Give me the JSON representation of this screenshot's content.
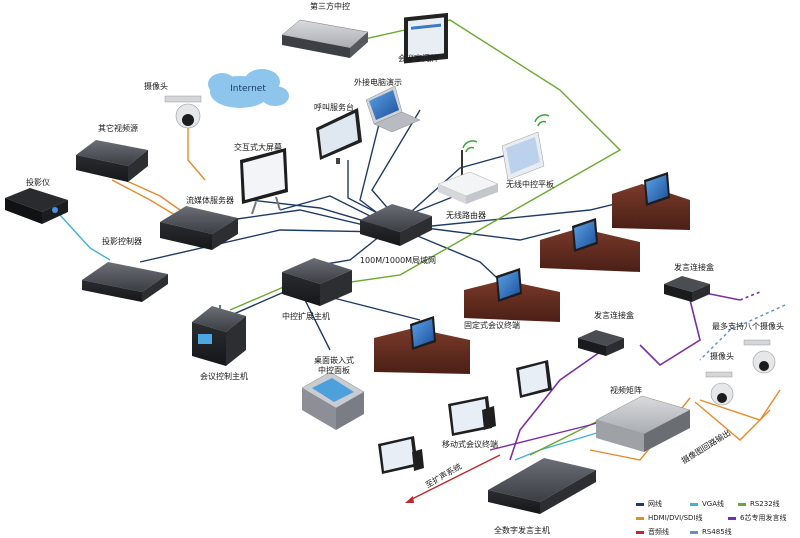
{
  "labels": {
    "third_party": "第三方中控",
    "door_screen": "会议室门牌",
    "external_pc": "外接电脑演示",
    "call_service": "呼叫服务台",
    "internet": "Internet",
    "camera_top": "摄像头",
    "other_video": "其它视频源",
    "interactive_screen": "交互式大屏幕",
    "projector": "投影仪",
    "streaming_server": "流媒体服务器",
    "projector_ctrl": "投影控制器",
    "wireless_router": "无线路由器",
    "wireless_pad": "无线中控平板",
    "switch": "100M/1000M局域网",
    "expansion_host": "中控扩展主机",
    "conf_host": "会议控制主机",
    "desktop_panel_1": "桌面嵌入式",
    "desktop_panel_2": "中控面板",
    "fixed_terminal": "固定式会议终端",
    "speech_box_left": "发言连接盒",
    "speech_box_right": "发言连接盒",
    "eight_cameras": "最多支持八个摄像头",
    "camera_right": "摄像头",
    "video_matrix": "视频矩阵",
    "mobile_terminal": "移动式会议终端",
    "to_pa": "至扩声系统",
    "camera_feedback": "摄像图回路输出",
    "digital_host": "全数字发言主机"
  },
  "legend": [
    {
      "label": "网线",
      "color": "#1f3b63"
    },
    {
      "label": "VGA线",
      "color": "#3fb2d8"
    },
    {
      "label": "RS232线",
      "color": "#6aa82e"
    },
    {
      "label": "HDMI/DVI/SDI线",
      "color": "#e98a2a"
    },
    {
      "label": "6芯专用发言线",
      "color": "#7a2fa6"
    },
    {
      "label": "音频线",
      "color": "#c0262a"
    },
    {
      "label": "RS485线",
      "color": "#5f8fcf"
    }
  ],
  "icons": [
    "device-box",
    "camera",
    "cloud",
    "monitor",
    "laptop",
    "tablet",
    "router",
    "wifi-signal",
    "conference-desk",
    "projector"
  ]
}
